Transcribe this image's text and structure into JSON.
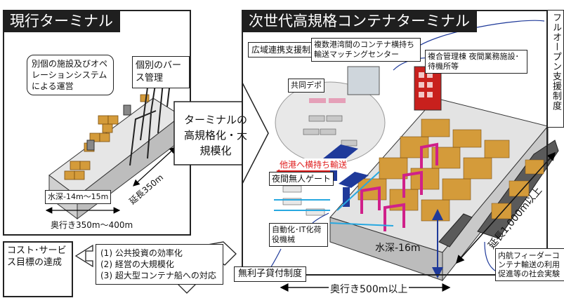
{
  "left_panel": {
    "title": "現行ターミナル",
    "callout_ops": "別個の施設及びオペレーションシステムによる運営",
    "callout_berth": "個別のバース管理",
    "depth": "水深-14m～15m",
    "length": "延長350m",
    "width": "奥行き350m～400m"
  },
  "center_arrow": {
    "text": "ターミナルの高規格化・大規模化"
  },
  "right_panel": {
    "title": "次世代高規格コンテナターミナル",
    "label_regional": "広域連携支援制度",
    "label_matching": "複数港湾間のコンテナ横持ち輸送マッチングセンター",
    "label_depot": "共同デポ",
    "label_complex": "複合管理棟 夜間業務施設･待機所等",
    "label_transfer": "他港へ横持ち輸送",
    "label_gate": "夜間無人ゲート",
    "label_automation": "自動化･IT化荷役機械",
    "depth": "水深-16m",
    "length": "延長1,000m以上",
    "width": "奥行き500m以上",
    "label_loan": "無利子貸付制度",
    "label_feeder": "内航フィーダーコンテナ輸送の利用促進等の社会実験"
  },
  "full_open": "フルオープン支援制度",
  "cost_target": "コスト･サービス目標の達成",
  "goals": [
    "(1) 公共投資の効率化",
    "(2) 経営の大規模化",
    "(3) 超大型コンテナ船への対応"
  ],
  "colors": {
    "title_bg": "#1f1f1f",
    "container": "#d49b3a",
    "ship": "#5a5a5a",
    "magenta": "#d0218a",
    "blue": "#1f3a9a",
    "red": "#e02020",
    "cyan": "#28a8e0"
  }
}
